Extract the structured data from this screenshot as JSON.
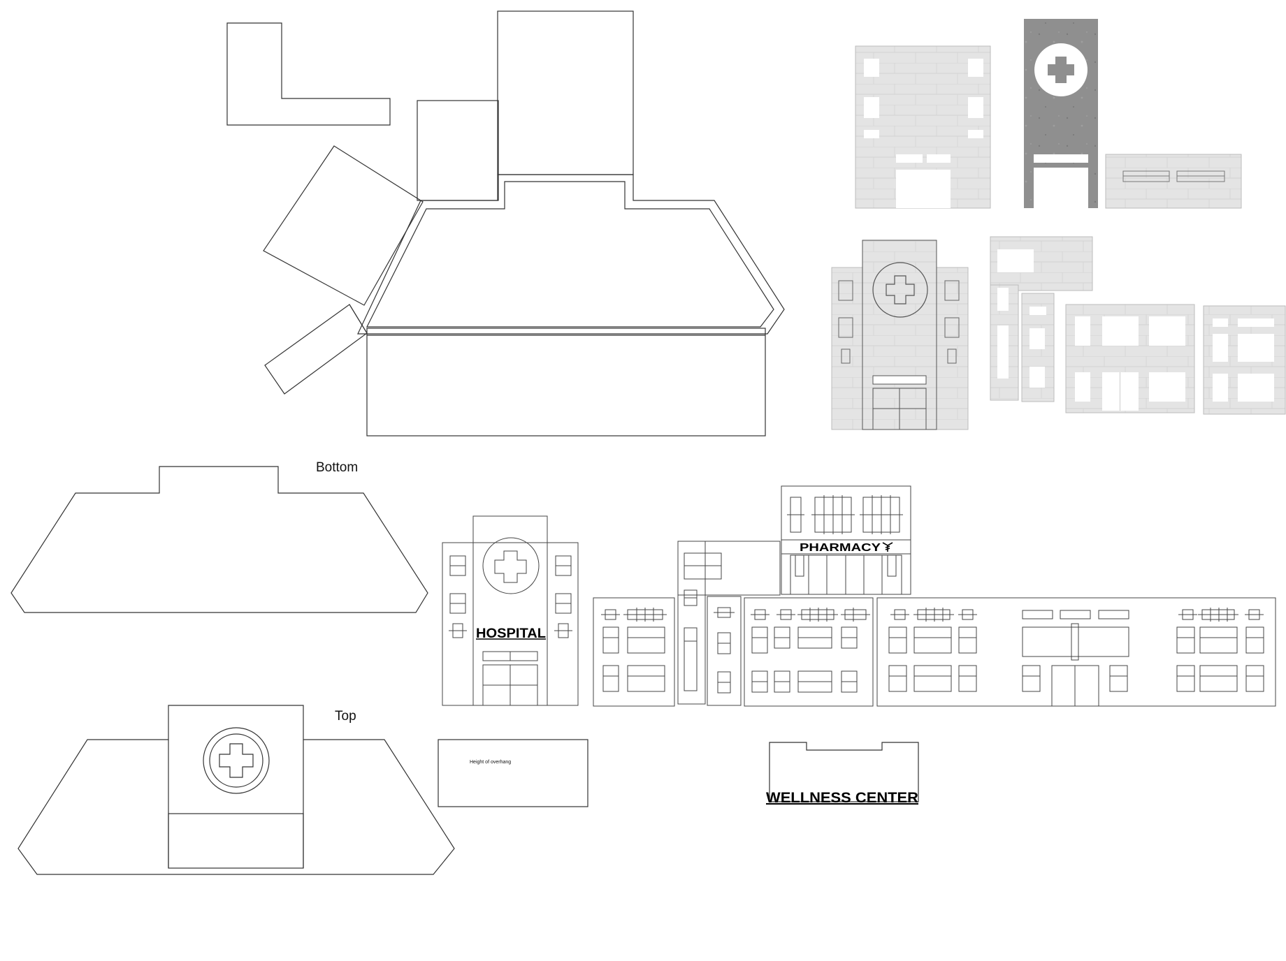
{
  "labels": {
    "bottom": "Bottom",
    "top": "Top",
    "hospital_sign": "HOSPITAL",
    "pharmacy_sign": "PHARMACY",
    "overhang_note": "Height of overhang",
    "wellness_sign": "WELLNESS CENTER"
  },
  "colors": {
    "line": "#333333",
    "concrete_light": "#e6e6e6",
    "concrete_dark": "#8f8f8f",
    "sign_text": "#000000"
  },
  "icons": {
    "medical_cross": "medical-cross-icon",
    "caduceus": "caduceus-icon"
  }
}
